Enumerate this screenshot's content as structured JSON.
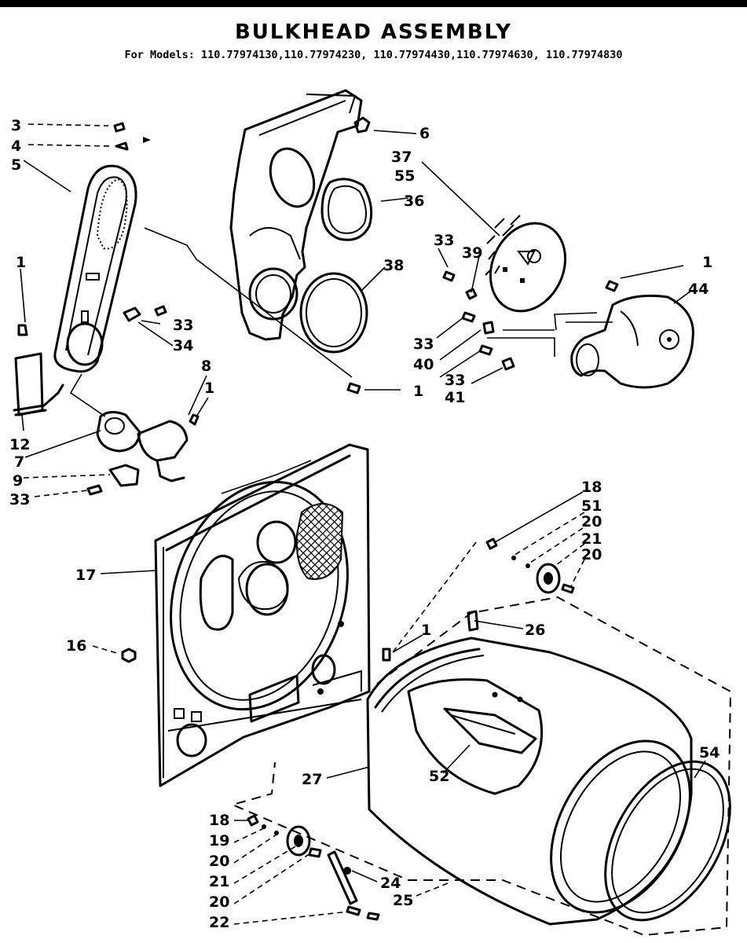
{
  "header": {
    "title": "BULKHEAD ASSEMBLY",
    "models": "For Models: 110.77974130,110.77974230, 110.77974430,110.77974630, 110.77974830"
  },
  "callouts": [
    "3",
    "4",
    "5",
    "6",
    "37",
    "55",
    "36",
    "33",
    "39",
    "1",
    "44",
    "38",
    "1",
    "33",
    "34",
    "8",
    "1",
    "33",
    "40",
    "33",
    "41",
    "1",
    "12",
    "7",
    "9",
    "33",
    "18",
    "51",
    "20",
    "21",
    "20",
    "17",
    "1",
    "26",
    "16",
    "54",
    "52",
    "27",
    "18",
    "19",
    "20",
    "21",
    "20",
    "22",
    "24",
    "25"
  ]
}
